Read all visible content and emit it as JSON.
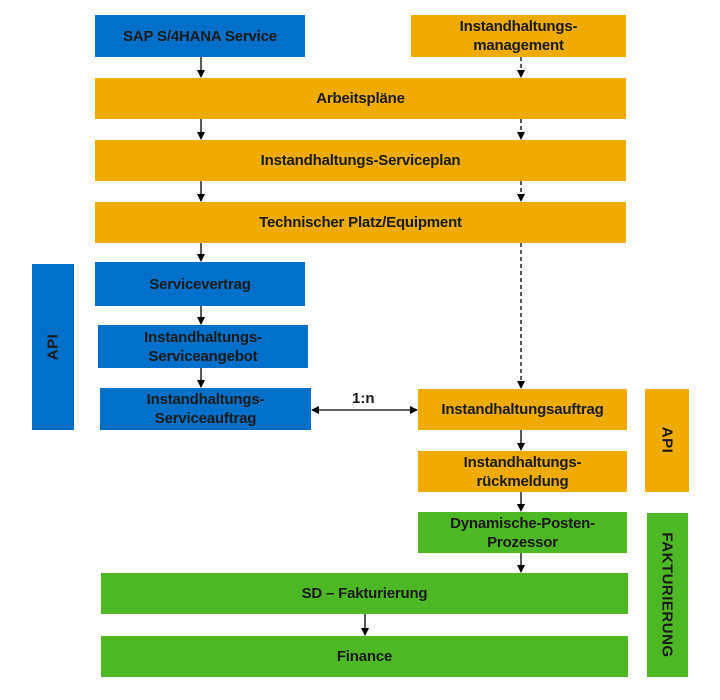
{
  "colors": {
    "sap_service": "#0070C8",
    "maintenance": "#F0AB00",
    "billing": "#4DB824"
  },
  "nodes": {
    "sap_service": "SAP S/4HANA Service",
    "maintenance_management": "Instandhaltungs-\nmanagement",
    "task_lists": "Arbeitspläne",
    "maintenance_service_plan": "Instandhaltungs-Serviceplan",
    "functional_location": "Technischer Platz/Equipment",
    "service_contract": "Servicevertrag",
    "maintenance_service_quotation": "Instandhaltungs-\nServiceangebot",
    "maintenance_service_order": "Instandhaltungs-\nServiceauftrag",
    "maintenance_order": "Instandhaltungsauftrag",
    "maintenance_confirmation": "Instandhaltungs-\nrückmeldung",
    "dynamic_item_processor": "Dynamische-Posten-\nProzessor",
    "sd_billing": "SD – Fakturierung",
    "finance": "Finance"
  },
  "side_labels": {
    "api_left": "API",
    "api_right": "API",
    "billing": "FAKTURIERUNG"
  },
  "edge_labels": {
    "order_relation": "1:n"
  },
  "edges": [
    {
      "from": "sap_service",
      "to": "task_lists",
      "style": "solid"
    },
    {
      "from": "maintenance_management",
      "to": "task_lists",
      "style": "dashed"
    },
    {
      "from": "task_lists",
      "to": "maintenance_service_plan",
      "style": "solid"
    },
    {
      "from": "task_lists",
      "to": "maintenance_service_plan",
      "style": "dashed"
    },
    {
      "from": "maintenance_service_plan",
      "to": "functional_location",
      "style": "solid"
    },
    {
      "from": "maintenance_service_plan",
      "to": "functional_location",
      "style": "dashed"
    },
    {
      "from": "functional_location",
      "to": "service_contract",
      "style": "solid"
    },
    {
      "from": "functional_location",
      "to": "maintenance_order",
      "style": "dashed"
    },
    {
      "from": "service_contract",
      "to": "maintenance_service_quotation",
      "style": "solid"
    },
    {
      "from": "maintenance_service_quotation",
      "to": "maintenance_service_order",
      "style": "solid"
    },
    {
      "from": "maintenance_service_order",
      "to": "maintenance_order",
      "style": "bidirectional",
      "label": "1:n"
    },
    {
      "from": "maintenance_order",
      "to": "maintenance_confirmation",
      "style": "solid"
    },
    {
      "from": "maintenance_confirmation",
      "to": "dynamic_item_processor",
      "style": "solid"
    },
    {
      "from": "dynamic_item_processor",
      "to": "sd_billing",
      "style": "solid"
    },
    {
      "from": "sd_billing",
      "to": "finance",
      "style": "solid"
    }
  ]
}
